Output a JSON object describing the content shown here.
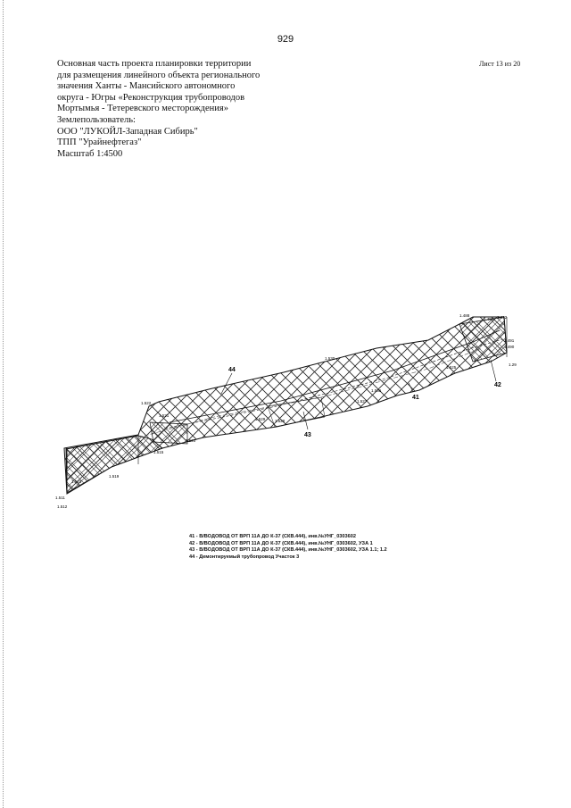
{
  "page_number": "929",
  "sheet": "Лист 13 из 20",
  "header_lines": [
    "Основная часть проекта планировки территории",
    "для размещения линейного объекта регионального",
    "значения Ханты - Мансийского автономного",
    "округа - Югры «Реконструкция трубопроводов",
    "Мортымья - Тетеревского месторождения»",
    "Землепользователь:",
    "ООО \"ЛУКОЙЛ-Западная Сибирь\"",
    "ТПП \"Урайнефтегаз\"",
    "Масштаб 1:4500"
  ],
  "map": {
    "callouts": [
      "44",
      "43",
      "41",
      "42"
    ],
    "point_labels": [
      "1.511",
      "1.512",
      "1.510",
      "1.519",
      "1.515",
      "1.520",
      "1.521",
      "1.522",
      "1.527",
      "1.528",
      "1.529",
      "1.530",
      "1.536",
      "1.525",
      "1.488",
      "1.480",
      "1.492",
      "1.491",
      "1.490",
      "1.29"
    ]
  },
  "legend": [
    "41 - В/ВОДОВОД ОТ ВРП 11А ДО К-37 (СКВ.444), инв.№УНГ_0303602",
    "42 - В/ВОДОВОД ОТ ВРП 11А ДО К-37 (СКВ.444), инв.№УНГ_0303602, УЗА 1",
    "43 - В/ВОДОВОД ОТ ВРП 11А ДО К-37 (СКВ.444), инв.№УНГ_0303602, УЗА 1.1; 1.2",
    "44 - Демонтируемый трубопровод Участок 3"
  ]
}
